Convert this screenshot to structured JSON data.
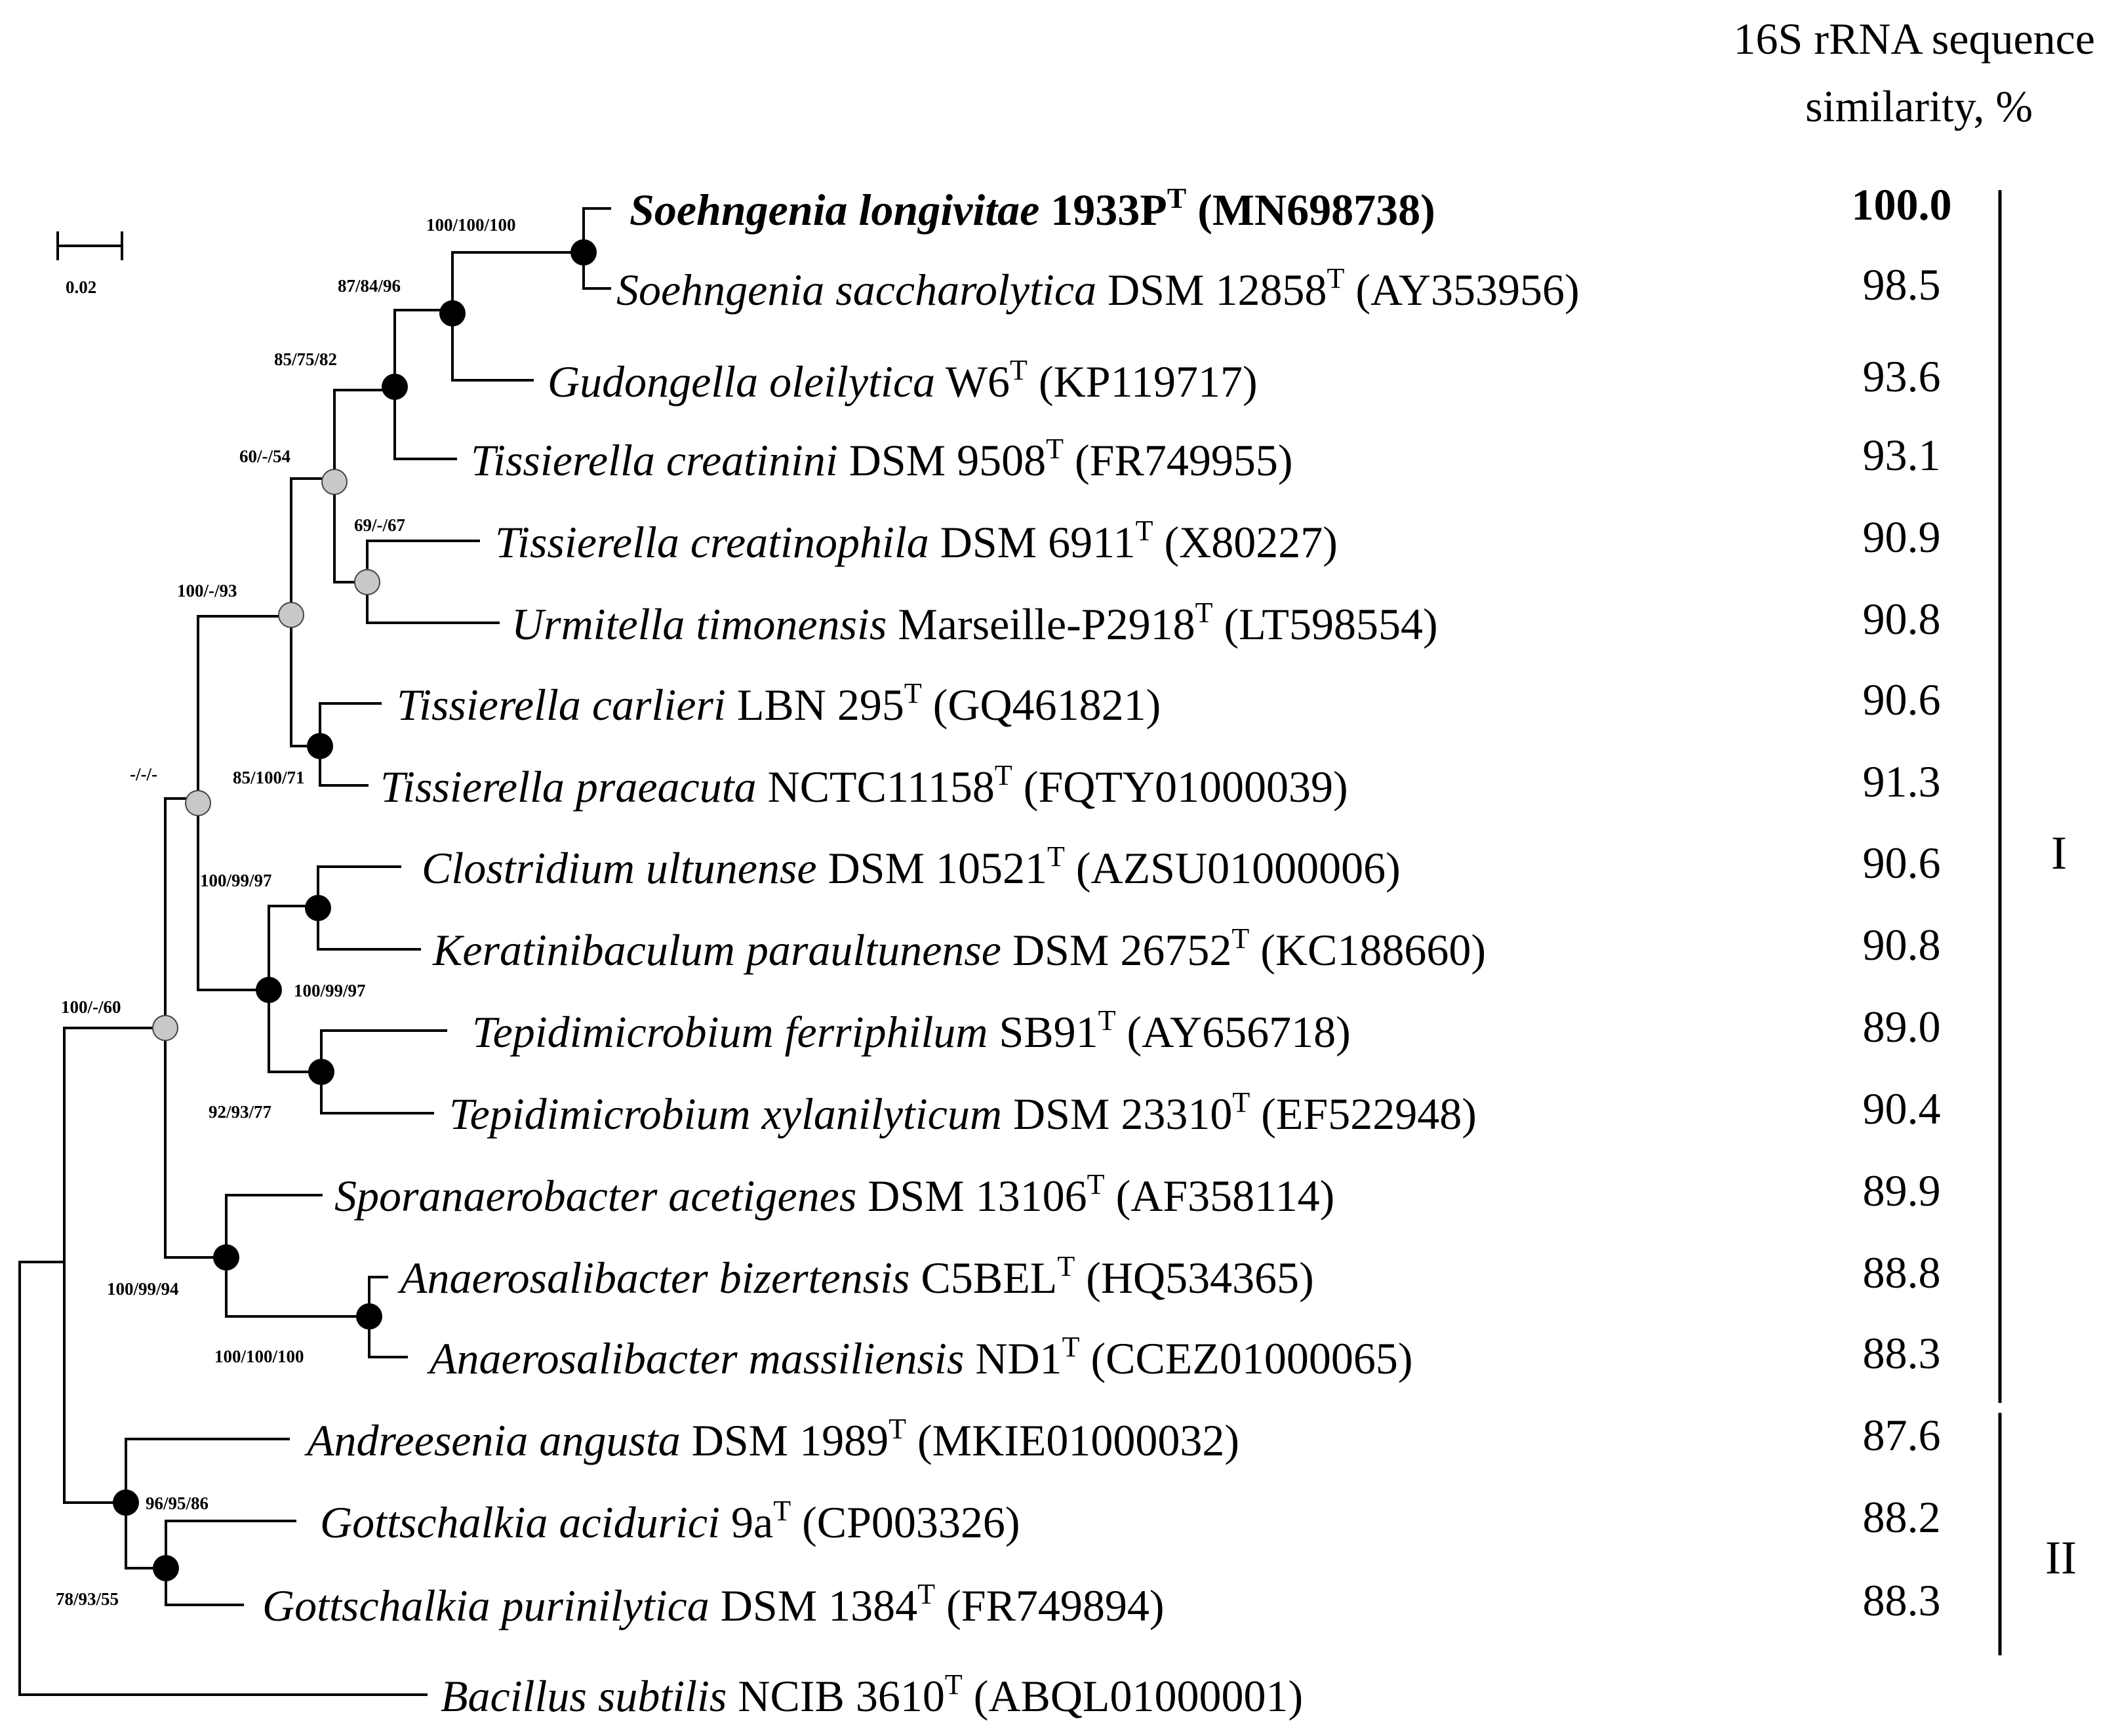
{
  "header": {
    "line1": "16S rRNA sequence",
    "line2": "similarity, %"
  },
  "scale_bar": {
    "label": "0.02"
  },
  "groups": [
    {
      "label": "I"
    },
    {
      "label": "II"
    }
  ],
  "node_colors": {
    "black": "#000000",
    "grey": "#c8c8c8"
  },
  "taxa": [
    {
      "genus_species": "Soehngenia longivitae",
      "strain": "1933P",
      "sup": "T",
      "accession": "(MN698738)",
      "similarity": "100.0",
      "bold": true
    },
    {
      "genus_species": "Soehngenia saccharolytica",
      "strain": "DSM 12858",
      "sup": "T",
      "accession": "(AY353956)",
      "similarity": "98.5",
      "bold": false
    },
    {
      "genus_species": "Gudongella oleilytica",
      "strain": "W6",
      "sup": "T",
      "accession": "(KP119717)",
      "similarity": "93.6",
      "bold": false
    },
    {
      "genus_species": "Tissierella creatinini",
      "strain": "DSM 9508",
      "sup": "T",
      "accession": "(FR749955)",
      "similarity": "93.1",
      "bold": false
    },
    {
      "genus_species": "Tissierella creatinophila",
      "strain": "DSM 6911",
      "sup": "T",
      "accession": "(X80227)",
      "similarity": "90.9",
      "bold": false
    },
    {
      "genus_species": "Urmitella timonensis",
      "strain": "Marseille-P2918",
      "sup": "T",
      "accession": "(LT598554)",
      "similarity": "90.8",
      "bold": false
    },
    {
      "genus_species": "Tissierella carlieri",
      "strain": "LBN 295",
      "sup": "T",
      "accession": "(GQ461821)",
      "similarity": "90.6",
      "bold": false
    },
    {
      "genus_species": "Tissierella praeacuta",
      "strain": "NCTC11158",
      "sup": "T",
      "accession": "(FQTY01000039)",
      "similarity": "91.3",
      "bold": false
    },
    {
      "genus_species": "Clostridium ultunense",
      "strain": "DSM 10521",
      "sup": "T",
      "accession": "(AZSU01000006)",
      "similarity": "90.6",
      "bold": false
    },
    {
      "genus_species": "Keratinibaculum paraultunense",
      "strain": "DSM 26752",
      "sup": "T",
      "accession": "(KC188660)",
      "similarity": "90.8",
      "bold": false
    },
    {
      "genus_species": "Tepidimicrobium ferriphilum",
      "strain": "SB91",
      "sup": "T",
      "accession": "(AY656718)",
      "similarity": "89.0",
      "bold": false
    },
    {
      "genus_species": "Tepidimicrobium xylanilyticum",
      "strain": "DSM 23310",
      "sup": "T",
      "accession": "(EF522948)",
      "similarity": "90.4",
      "bold": false
    },
    {
      "genus_species": "Sporanaerobacter acetigenes",
      "strain": "DSM 13106",
      "sup": "T",
      "accession": "(AF358114)",
      "similarity": "89.9",
      "bold": false
    },
    {
      "genus_species": "Anaerosalibacter bizertensis",
      "strain": "C5BEL",
      "sup": "T",
      "accession": "(HQ534365)",
      "similarity": "88.8",
      "bold": false
    },
    {
      "genus_species": "Anaerosalibacter massiliensis",
      "strain": "ND1",
      "sup": "T",
      "accession": "(CCEZ01000065)",
      "similarity": "88.3",
      "bold": false
    },
    {
      "genus_species": "Andreesenia angusta",
      "strain": "DSM 1989",
      "sup": "T",
      "accession": "(MKIE01000032)",
      "similarity": "87.6",
      "bold": false
    },
    {
      "genus_species": "Gottschalkia acidurici",
      "strain": "9a",
      "sup": "T",
      "accession": "(CP003326)",
      "similarity": "88.2",
      "bold": false
    },
    {
      "genus_species": "Gottschalkia purinilytica",
      "strain": "DSM 1384",
      "sup": "T",
      "accession": "(FR749894)",
      "similarity": "88.3",
      "bold": false
    },
    {
      "genus_species": "Bacillus subtilis",
      "strain": "NCIB 3610",
      "sup": "T",
      "accession": "(ABQL01000001)",
      "similarity": "",
      "bold": false
    }
  ],
  "bootstrap": {
    "n_soeh": "100/100/100",
    "n_soeh_gud": "87/84/96",
    "n_creatinini": "85/75/82",
    "n_upper": "60/-/54",
    "n_creatinophila": "69/-/67",
    "n_tiss_clade": "100/-/93",
    "n_carlieri": "85/100/71",
    "n_root1": "-/-/-",
    "n_clost": "100/99/97",
    "n_kerat": "100/99/97",
    "n_tepid": "92/93/77",
    "n_groupI": "100/-/60",
    "n_spor": "100/99/94",
    "n_anaero": "100/100/100",
    "n_andre": "96/95/86",
    "n_gott": "78/93/55"
  }
}
